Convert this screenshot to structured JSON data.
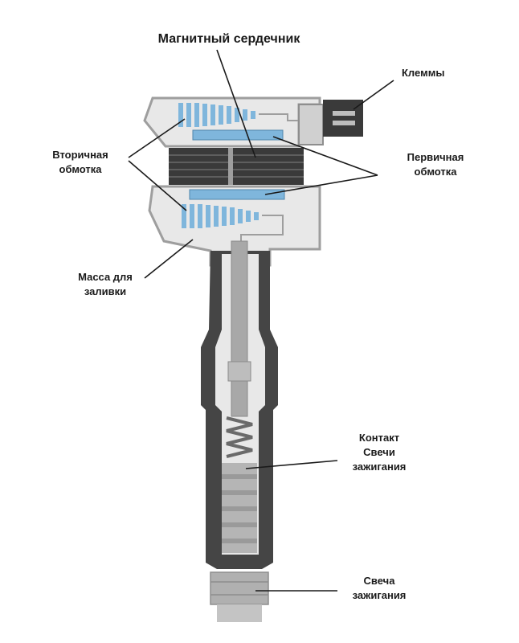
{
  "labels": {
    "magnetic_core": "Магнитный сердечник",
    "terminals": "Клеммы",
    "secondary_winding": "Вторичная\nобмотка",
    "primary_winding": "Первичная\nобмотка",
    "potting_compound": "Масса для\nзаливки",
    "spark_plug_contact": "Контакт\nСвечи\nзажигания",
    "spark_plug": "Свеча\nзажигания"
  },
  "colors": {
    "housing_outline": "#bdbdbd",
    "housing_fill": "#e6e6e6",
    "winding_blue": "#7fb6dc",
    "core_dark": "#3a3a3a",
    "boot_dark": "#454545",
    "rod_gray": "#a8a8a8",
    "leader_line": "#1a1a1a"
  }
}
